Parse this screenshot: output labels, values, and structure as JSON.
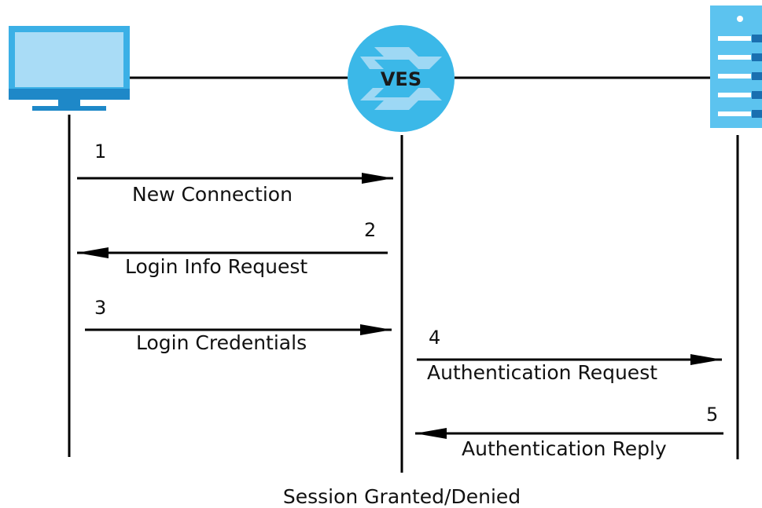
{
  "diagram": {
    "switch_label": "VES",
    "steps": [
      {
        "number": "1",
        "label": "New Connection",
        "direction": "right"
      },
      {
        "number": "2",
        "label": "Login Info Request",
        "direction": "left"
      },
      {
        "number": "3",
        "label": "Login Credentials",
        "direction": "right"
      },
      {
        "number": "4",
        "label": "Authentication Request",
        "direction": "right"
      },
      {
        "number": "5",
        "label": "Authentication Reply",
        "direction": "left"
      }
    ],
    "footer": "Session Granted/Denied",
    "icons": {
      "client": "computer-monitor-icon",
      "switch": "network-switch-icon",
      "server": "server-tower-icon"
    },
    "colors": {
      "monitor_screen": "#a9dcf6",
      "monitor_frame": "#3bb0e6",
      "monitor_base": "#1e88c8",
      "switch_circle": "#3bb8e8",
      "switch_arrows": "#a9dcf6",
      "server_body": "#5cc3ef",
      "server_accent": "#1a6fb0",
      "line": "#000000"
    }
  }
}
